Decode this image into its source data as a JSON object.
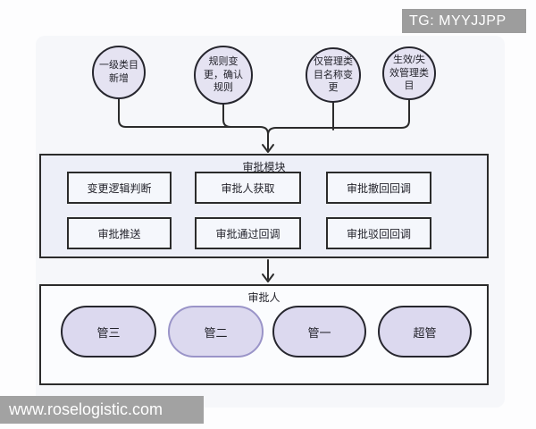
{
  "banners": {
    "tg": "TG: MYYJJPP",
    "site": "www.roselogistic.com"
  },
  "sources": [
    {
      "label": "一级类目\n新增"
    },
    {
      "label": "规则变\n更，确认\n规则"
    },
    {
      "label": "仅管理类\n目名称变\n更"
    },
    {
      "label": "生效/失\n效管理类\n目"
    }
  ],
  "module": {
    "title": "审批模块",
    "boxes": [
      {
        "label": "变更逻辑判断"
      },
      {
        "label": "审批人获取"
      },
      {
        "label": "审批撤回回调"
      },
      {
        "label": "审批推送"
      },
      {
        "label": "审批通过回调"
      },
      {
        "label": "审批驳回回调"
      }
    ]
  },
  "approvers": {
    "title": "审批人",
    "items": [
      {
        "label": "管三",
        "highlighted": false
      },
      {
        "label": "管二",
        "highlighted": true
      },
      {
        "label": "管一",
        "highlighted": false
      },
      {
        "label": "超管",
        "highlighted": false
      }
    ]
  },
  "colors": {
    "line": "#2b2b2b",
    "node_fill": "#e5e3f2",
    "pill_fill": "#dcd9ef",
    "pill_highlight_border": "#9a94c8",
    "module_fill": "#edeff8",
    "module_inner_fill": "#f5f7fc",
    "approver_fill": "#fbfcfe",
    "panel_fill": "#f6f7fa",
    "banner_bg": "#9e9e9e",
    "banner_text": "#ffffff"
  }
}
